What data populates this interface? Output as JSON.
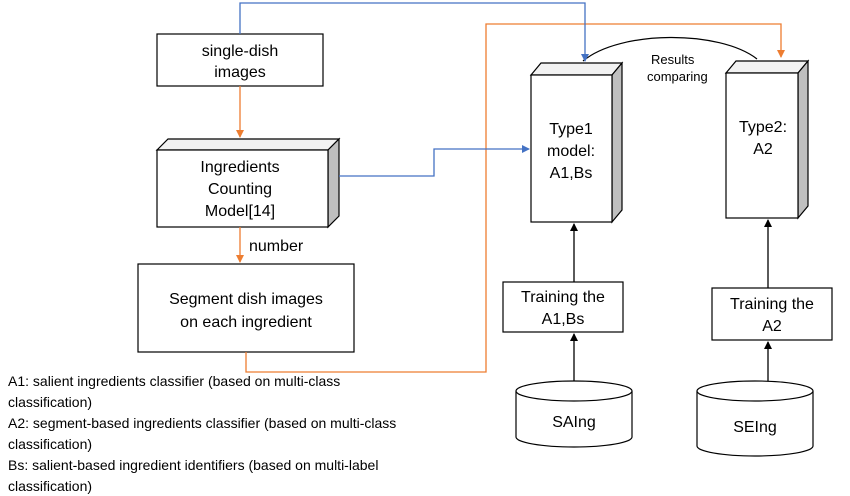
{
  "colors": {
    "orange": "#ED7D31",
    "blue": "#4472C4",
    "stroke": "#000000",
    "cube_side": "#BFBFBF",
    "cube_top": "#F2F2F2"
  },
  "nodes": {
    "single_dish": [
      "single-dish",
      "images"
    ],
    "counting_model": [
      "Ingredients",
      "Counting",
      "Model[14]"
    ],
    "number_label": "number",
    "segment": [
      "Segment dish images",
      "on each ingredient"
    ],
    "type1": [
      "Type1",
      "model:",
      "A1,Bs"
    ],
    "type2": [
      "Type2:",
      "A2"
    ],
    "train1": [
      "Training the",
      "A1,Bs"
    ],
    "train2": [
      "Training the",
      "A2"
    ],
    "saing": "SAIng",
    "seing": "SEIng",
    "results": [
      "Results",
      "comparing"
    ]
  },
  "legend": [
    "A1: salient ingredients classifier (based on multi-class",
    "classification)",
    "A2: segment-based ingredients classifier (based on multi-class",
    "classification)",
    "Bs: salient-based ingredient identifiers (based on multi-label",
    "classification)"
  ]
}
